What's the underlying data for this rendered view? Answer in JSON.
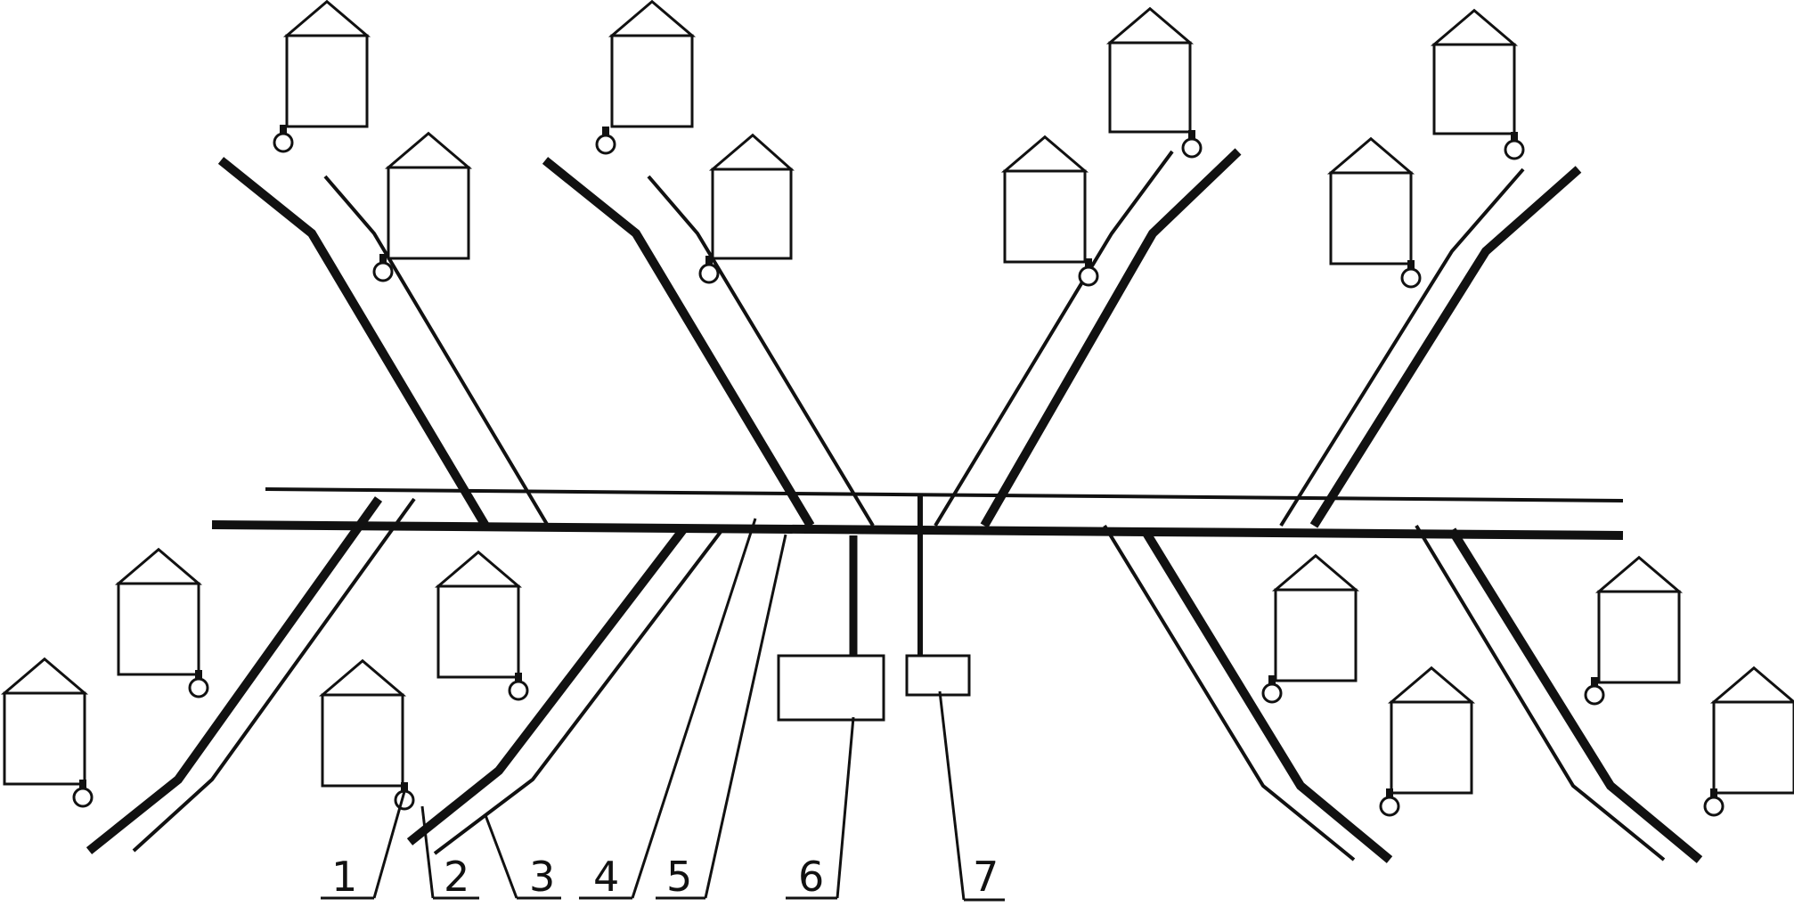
{
  "diagram": {
    "background": "#ffffff",
    "stroke_color": "#111111",
    "callouts": [
      {
        "id": "1",
        "text": "1"
      },
      {
        "id": "2",
        "text": "2"
      },
      {
        "id": "3",
        "text": "3"
      },
      {
        "id": "4",
        "text": "4"
      },
      {
        "id": "5",
        "text": "5"
      },
      {
        "id": "6",
        "text": "6"
      },
      {
        "id": "7",
        "text": "7"
      }
    ]
  }
}
